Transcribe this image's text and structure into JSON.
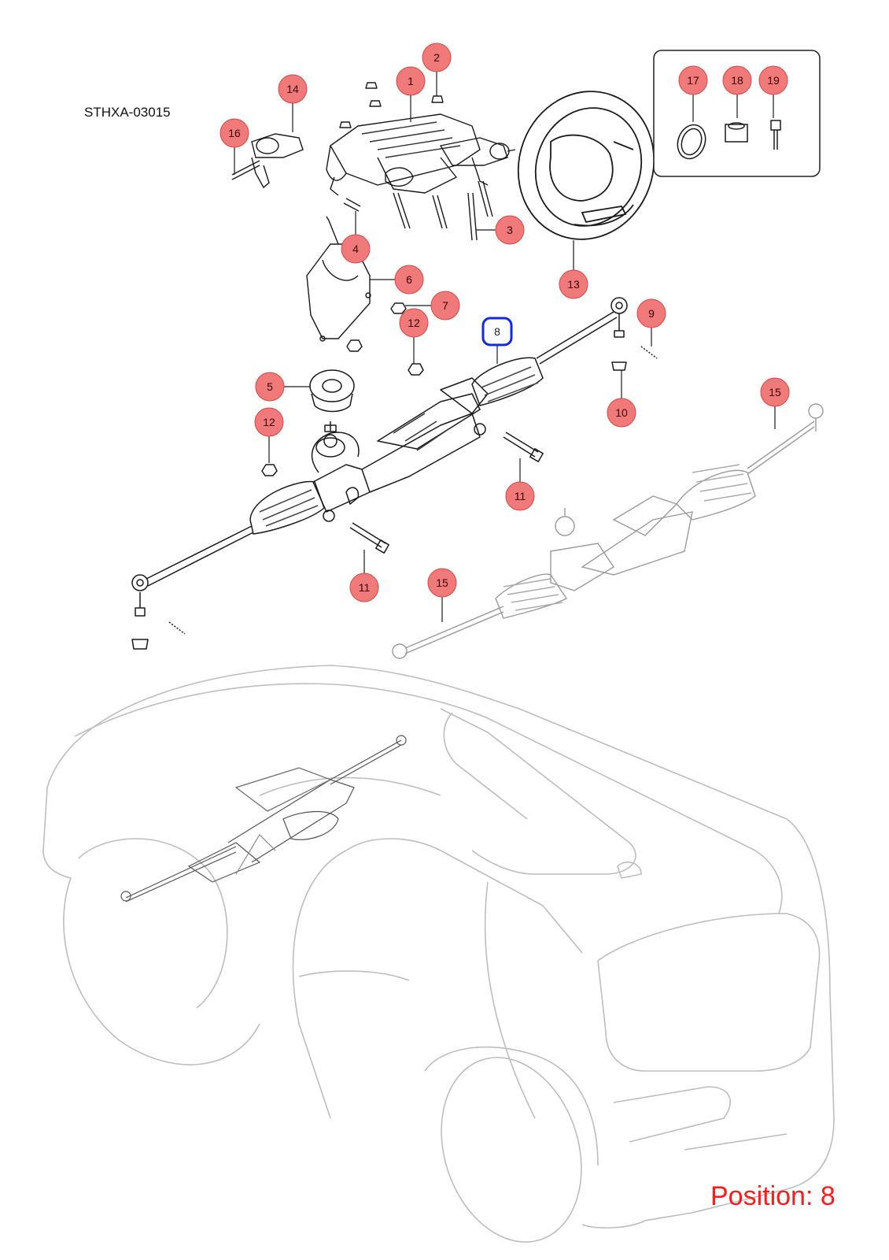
{
  "diagram": {
    "code": "STHXA-03015",
    "position_label": "Position: 8",
    "selected": "8",
    "colors": {
      "callout_fill": "#f07a7a",
      "callout_stroke": "#d94545",
      "selected_stroke": "#1428e0",
      "position_text": "#ff1a1a"
    },
    "callouts": [
      {
        "id": "1",
        "label": "1"
      },
      {
        "id": "2",
        "label": "2"
      },
      {
        "id": "3",
        "label": "3"
      },
      {
        "id": "4",
        "label": "4"
      },
      {
        "id": "5",
        "label": "5"
      },
      {
        "id": "6",
        "label": "6"
      },
      {
        "id": "7",
        "label": "7"
      },
      {
        "id": "8",
        "label": "8"
      },
      {
        "id": "9",
        "label": "9"
      },
      {
        "id": "10",
        "label": "10"
      },
      {
        "id": "11a",
        "label": "11"
      },
      {
        "id": "11b",
        "label": "11"
      },
      {
        "id": "12a",
        "label": "12"
      },
      {
        "id": "12b",
        "label": "12"
      },
      {
        "id": "13",
        "label": "13"
      },
      {
        "id": "14",
        "label": "14"
      },
      {
        "id": "15a",
        "label": "15"
      },
      {
        "id": "15b",
        "label": "15"
      },
      {
        "id": "16",
        "label": "16"
      },
      {
        "id": "17",
        "label": "17"
      },
      {
        "id": "18",
        "label": "18"
      },
      {
        "id": "19",
        "label": "19"
      }
    ]
  }
}
